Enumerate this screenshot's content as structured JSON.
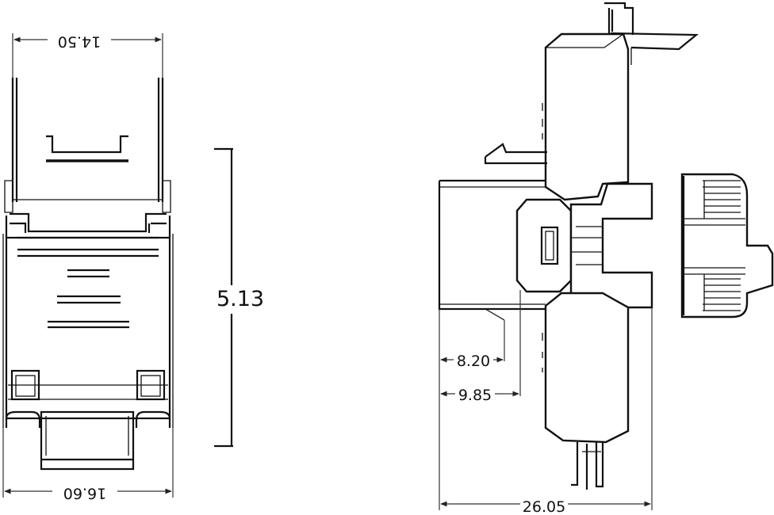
{
  "dimensions": {
    "top_width": "14.50",
    "bottom_width": "16.60",
    "height": "5.13",
    "depth_a": "8.20",
    "depth_b": "9.85",
    "total_length": "26.05"
  }
}
